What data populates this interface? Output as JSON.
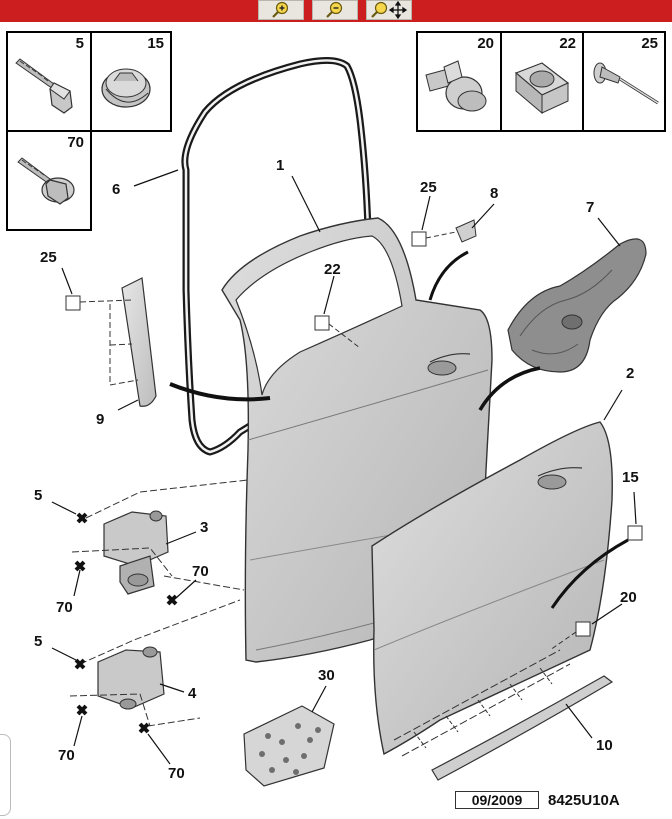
{
  "toolbar": {
    "buttons": [
      {
        "id": "zoom-in",
        "icon": "zoom-in-icon"
      },
      {
        "id": "zoom-out",
        "icon": "zoom-out-icon"
      },
      {
        "id": "pan",
        "icon": "pan-icon"
      }
    ],
    "color": "#cc1e1e"
  },
  "hardware": {
    "box5": "5",
    "box15": "15",
    "box70": "70",
    "box20": "20",
    "box22": "22",
    "box25": "25"
  },
  "callouts": {
    "c1": "1",
    "c2": "2",
    "c3": "3",
    "c4": "4",
    "c5a": "5",
    "c5b": "5",
    "c6": "6",
    "c7": "7",
    "c8": "8",
    "c9": "9",
    "c10": "10",
    "c15": "15",
    "c20": "20",
    "c22": "22",
    "c25a": "25",
    "c25b": "25",
    "c30": "30",
    "c70a": "70",
    "c70b": "70",
    "c70c": "70",
    "c70d": "70"
  },
  "footer": {
    "date": "09/2009",
    "ref": "8425U10A"
  }
}
